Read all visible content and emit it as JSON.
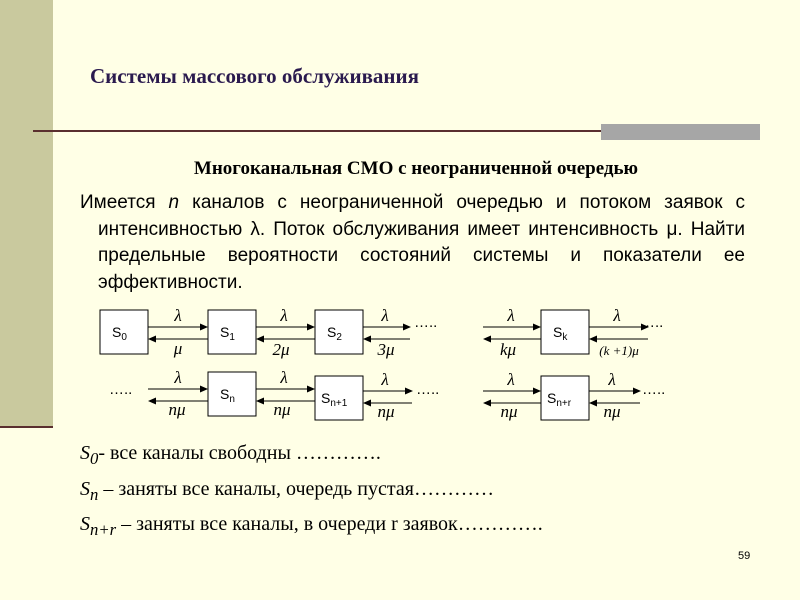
{
  "slide": {
    "title": "Системы массового обслуживания",
    "subtitle": "Многоканальная СМО с неограниченной очередью",
    "paragraph": {
      "p1": "Имеется ",
      "n": "n",
      "p2": " каналов с неограниченной очередью и потоком заявок с интенсивностью ",
      "lambda": "λ",
      "p3": ". Поток обслуживания имеет интенсивность ",
      "mu": "μ",
      "p4": ". Найти предельные вероятности состояний системы и показатели ее эффективности."
    },
    "notes": [
      {
        "sym": "S",
        "sub": "0",
        "text": "- все каналы свободны …………."
      },
      {
        "sym": "S",
        "sub": "n",
        "text": " – заняты все каналы, очередь пустая…………"
      },
      {
        "sym": "S",
        "sub": "n+r",
        "text": " – заняты все каналы, в очереди r заявок…………."
      }
    ],
    "page_number": "59"
  },
  "diagram": {
    "states": {
      "s0": {
        "base": "S",
        "sub": "0"
      },
      "s1": {
        "base": "S",
        "sub": "1"
      },
      "s2": {
        "base": "S",
        "sub": "2"
      },
      "sk": {
        "base": "S",
        "sub": "k"
      },
      "sn": {
        "base": "S",
        "sub": "n"
      },
      "sn1": {
        "base": "S",
        "sub": "n+1"
      },
      "snr": {
        "base": "S",
        "sub": "n+r"
      }
    },
    "dots": "…..",
    "rates": {
      "lambda": "λ",
      "mu": "μ",
      "mu2": "2μ",
      "mu3": "3μ",
      "kmu": "kμ",
      "k1mu": "(k +1)μ",
      "nmu": "nμ"
    }
  }
}
